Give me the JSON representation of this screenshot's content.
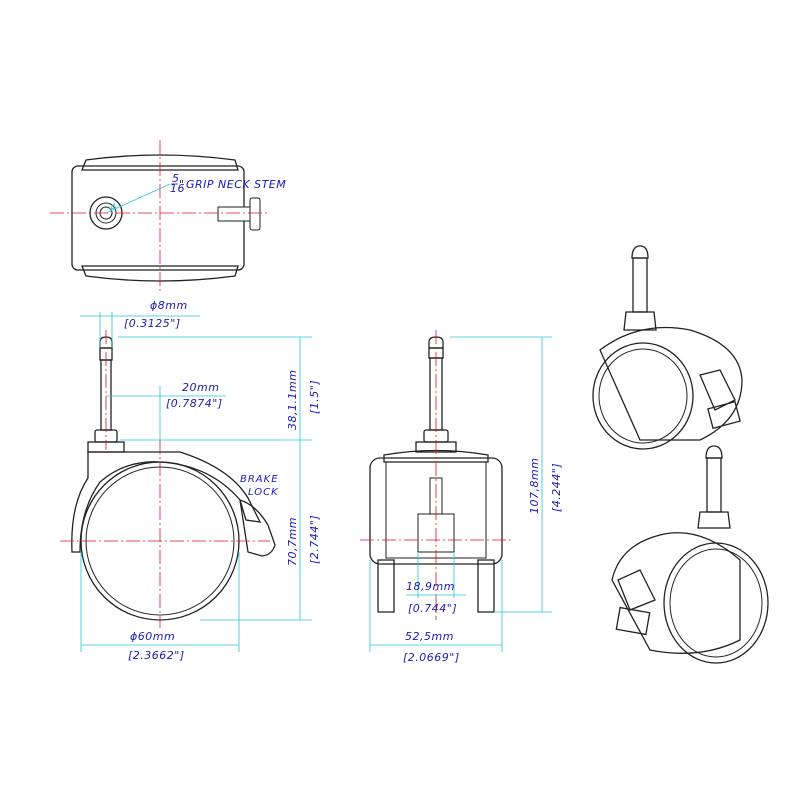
{
  "labels": {
    "grip_stem": "GRIP NECK STEM",
    "grip_frac_num": "5",
    "grip_frac_den": "16",
    "grip_inch": "\"",
    "brake": "BRAKE",
    "lock": "LOCK"
  },
  "dimensions": {
    "stem_dia_mm": "ϕ8mm",
    "stem_dia_in": "[0.3125\"]",
    "offset_mm": "20mm",
    "offset_in": "[0.7874\"]",
    "stem_len_mm": "38,1.1mm",
    "stem_len_in": "[1.5\"]",
    "wheel_h_mm": "70,7mm",
    "wheel_h_in": "[2.744\"]",
    "wheel_dia_mm": "ϕ60mm",
    "wheel_dia_in": "[2.3662\"]",
    "stem_w_mm": "18,9mm",
    "stem_w_in": "[0.744\"]",
    "width_mm": "52,5mm",
    "width_in": "[2.0669\"]",
    "total_h_mm": "107,8mm",
    "total_h_in": "[4.244\"]"
  },
  "colors": {
    "outline": "#222222",
    "dimension": "#27c6d8",
    "centerline": "#e0152a",
    "text": "#1a1ab8"
  }
}
